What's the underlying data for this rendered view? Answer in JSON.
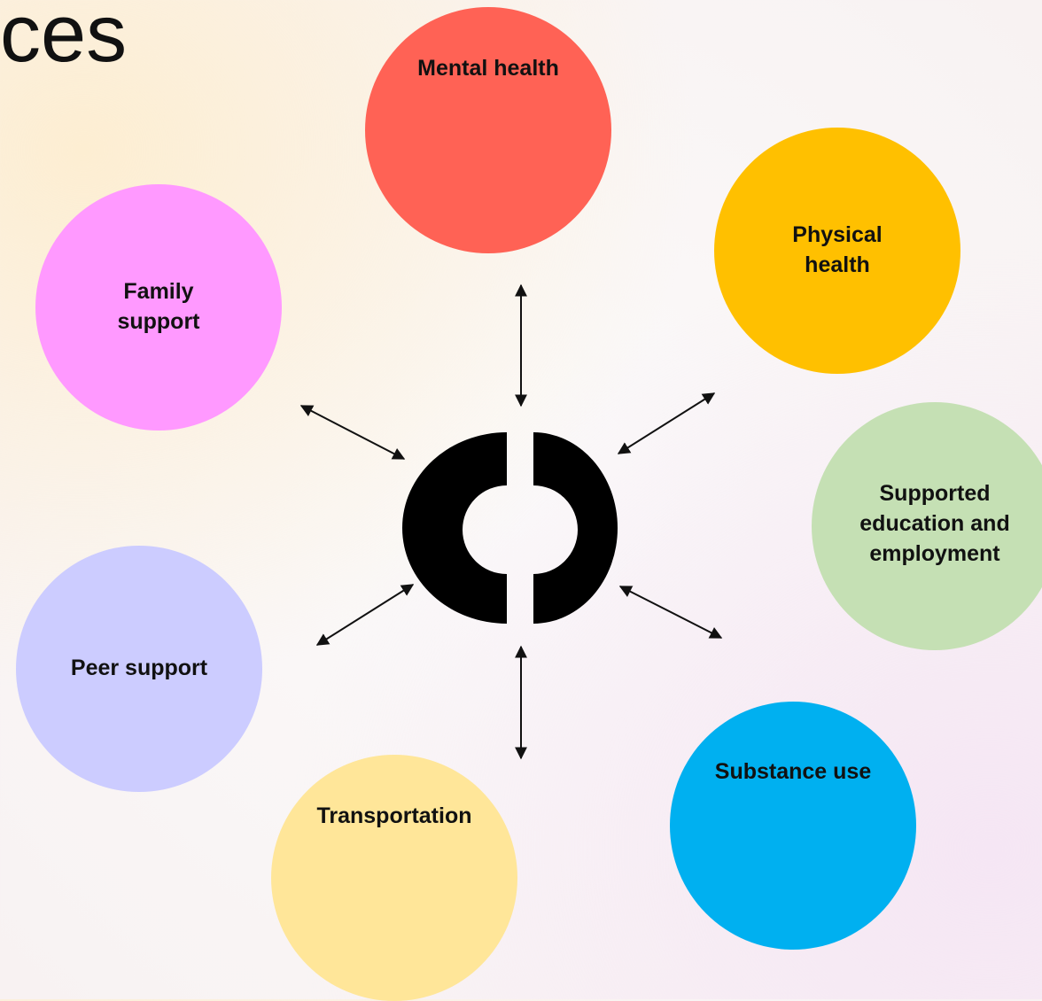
{
  "title": "ces",
  "nodes": {
    "mental": {
      "label": "Mental health",
      "color": "#ff6255"
    },
    "physical": {
      "label": "Physical\nhealth",
      "color": "#ffc000"
    },
    "family": {
      "label": "Family\nsupport",
      "color": "#ff99ff"
    },
    "supported": {
      "label": "Supported\neducation and\nemployment",
      "color": "#c5e0b4"
    },
    "peer": {
      "label": "Peer support",
      "color": "#ccccff"
    },
    "substance": {
      "label": "Substance use",
      "color": "#00b0f0"
    },
    "transport": {
      "label": "Transportation",
      "color": "#ffe699"
    }
  },
  "center": {
    "icon": "logo-icon",
    "color": "#000000"
  }
}
